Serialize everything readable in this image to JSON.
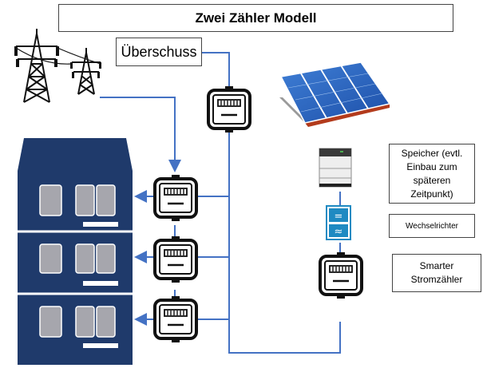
{
  "title": "Zwei Zähler Modell",
  "labels": {
    "surplus": "Überschuss",
    "storage": "Speicher (evtl. Einbau zum späteren Zeitpunkt)",
    "inverter": "Wechselrichter",
    "smart_meter": "Smarter Stromzähler"
  },
  "inverter_symbols": {
    "dc": "=",
    "ac": "≈"
  },
  "colors": {
    "line": "#4472c4",
    "building": "#1f3a6b",
    "window": "#a6a6ad",
    "meter_frame": "#111111",
    "inverter": "#1f8ac2"
  }
}
